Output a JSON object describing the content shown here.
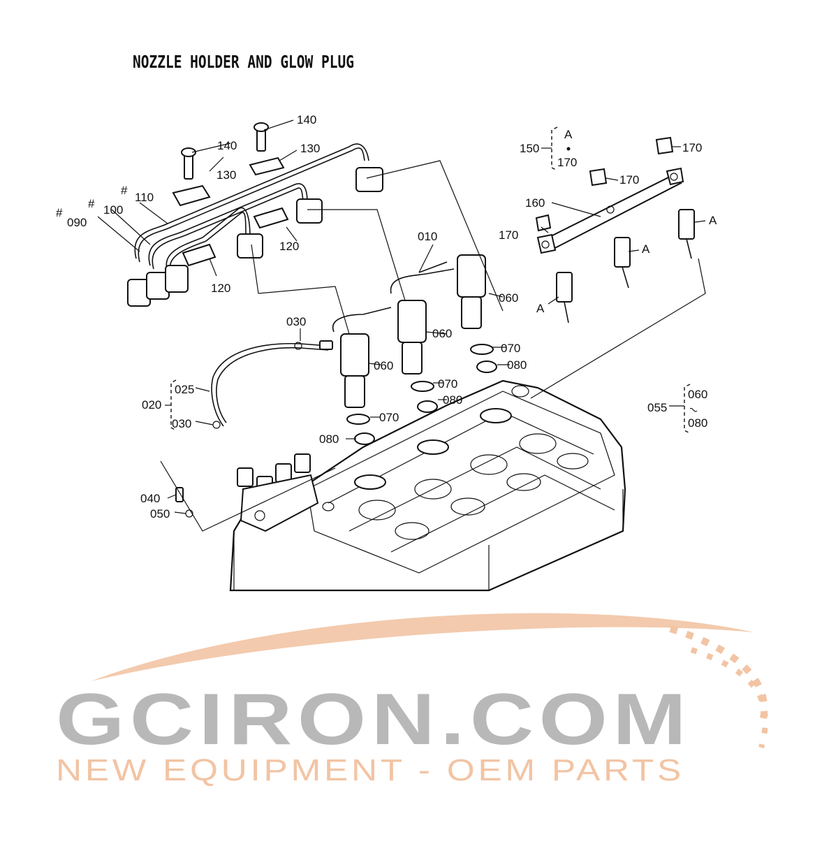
{
  "title": "NOZZLE HOLDER AND GLOW PLUG",
  "callouts": {
    "c140a": "140",
    "c140b": "140",
    "c130a": "130",
    "c130b": "130",
    "c110": "110",
    "c100": "100",
    "c090": "090",
    "c120a": "120",
    "c120b": "120",
    "c010": "010",
    "c060a": "060",
    "c060b": "060",
    "c060c": "060",
    "c070a": "070",
    "c070b": "070",
    "c070c": "070",
    "c080a": "080",
    "c080b": "080",
    "c080c": "080",
    "c030a": "030",
    "c025": "025",
    "c020": "020",
    "c030b": "030",
    "c040": "040",
    "c050": "050",
    "c150": "150",
    "c150_a": "A",
    "c150_170": "170",
    "c160": "160",
    "c170a": "170",
    "c170b": "170",
    "c170c": "170",
    "cA1": "A",
    "cA2": "A",
    "cA3": "A",
    "c055": "055",
    "c055_top": "060",
    "c055_bot": "080",
    "hash1": "#",
    "hash2": "#",
    "hash3": "#"
  },
  "logo": {
    "name": "GCIRON.COM",
    "tagline": "NEW EQUIPMENT - OEM PARTS",
    "gray": "#b8b8b8",
    "orange": "#f2c4a4"
  }
}
